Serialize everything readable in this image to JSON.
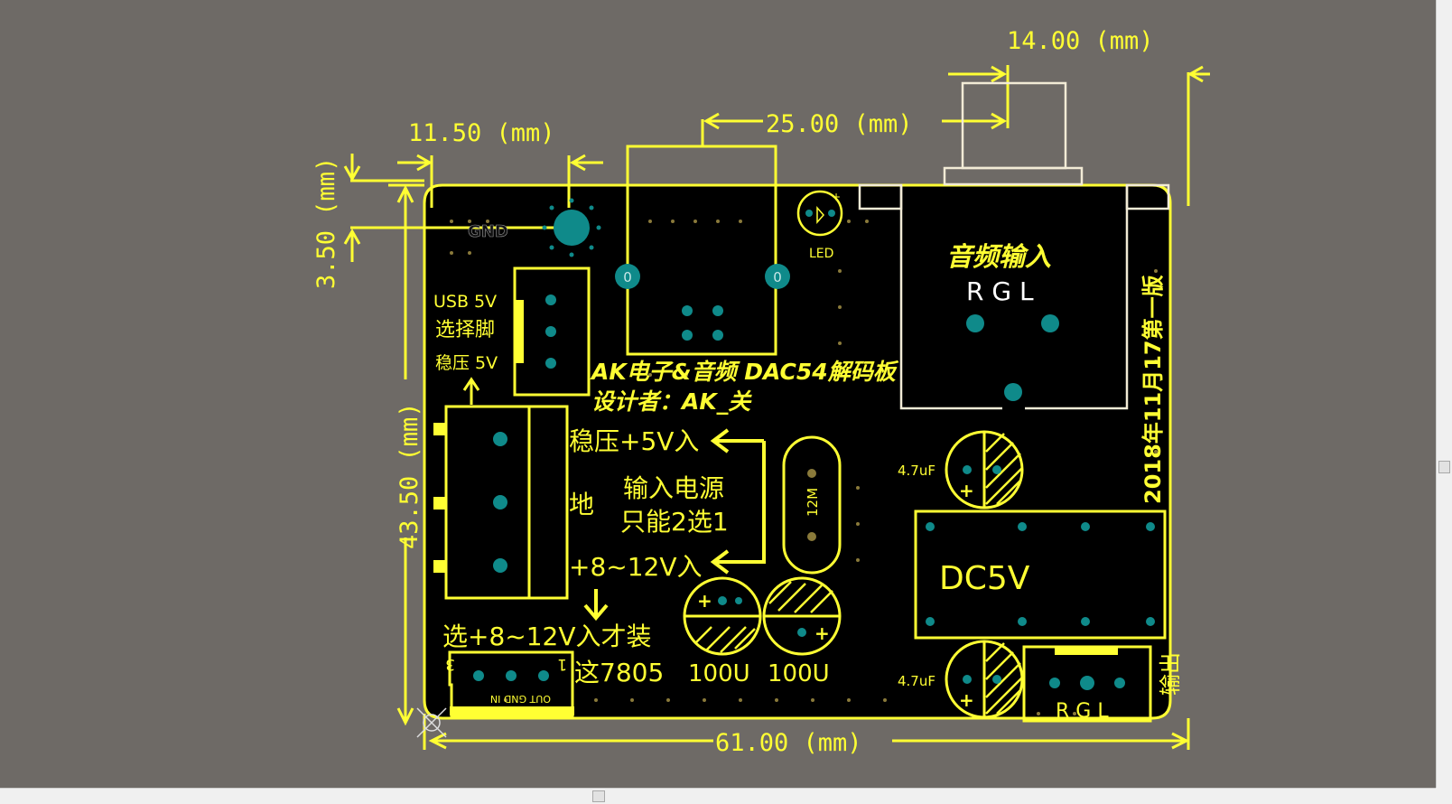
{
  "colors": {
    "background": "#6e6a66",
    "board": "#000000",
    "outline": "#c000c0",
    "silk": "#ffff33",
    "pad": "#0f8a8a",
    "bump": "#f2ebd6"
  },
  "dimensions": {
    "d_14": "14.00 (mm)",
    "d_25": "25.00 (mm)",
    "d_11_5": "11.50 (mm)",
    "d_3_5": "3.50 (mm)",
    "d_43_5": "43.50 (mm)",
    "d_61": "61.00 (mm)"
  },
  "labels": {
    "gnd": "GND",
    "led": "LED",
    "audio_input": "音频输入",
    "rgl_top": "R G L",
    "version": "2018年11月17第一版",
    "usb5v": "USB 5V",
    "select_pin": "选择脚",
    "regulated_5v_small": "稳压 5V",
    "title1": "AK电子&音频 DAC54解码板",
    "title2": "设计者：AK_关",
    "reg5v_in": "稳压+5V入",
    "ground": "地",
    "input_power": "输入电源",
    "choose_one": "只能2选1",
    "v8_12_in": "+8~12V入",
    "crystal": "12M",
    "cap_47u_1": "4.7uF",
    "cap_47u_2": "4.7uF",
    "dc5v": "DC5V",
    "install_hint": "选+8~12V入才装",
    "reg7805": "这7805",
    "cap100u_1": "100U",
    "cap100u_2": "100U",
    "pin3": "3",
    "pin1": "1",
    "out_gnd_in": "OUT GND IN",
    "output": "输出",
    "rgl_bottom": "R G L",
    "pad_zero_1": "0",
    "pad_zero_2": "0"
  }
}
